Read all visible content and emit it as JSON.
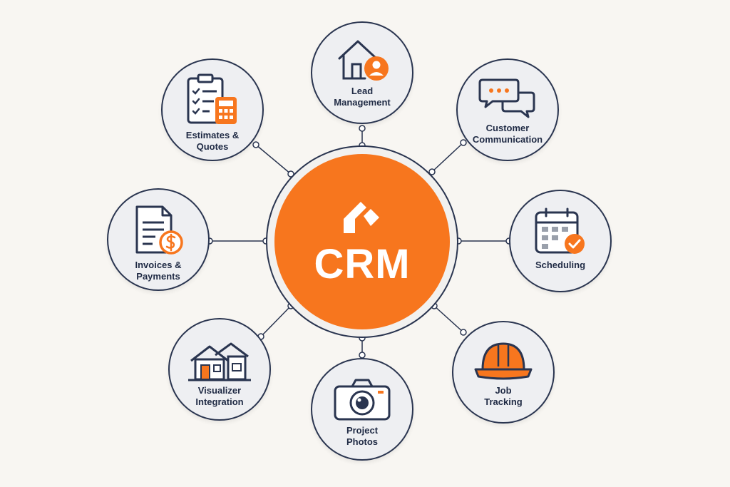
{
  "hub": {
    "title": "CRM",
    "logo_icon": "house-logo-icon"
  },
  "colors": {
    "accent": "#f7761e",
    "outline": "#2a3550",
    "node_fill": "#eeeff2",
    "background": "#f8f6f2"
  },
  "nodes": [
    {
      "id": "lead",
      "label": "Lead\nManagement",
      "icon": "house-user-icon"
    },
    {
      "id": "comm",
      "label": "Customer\nCommunication",
      "icon": "chat-bubbles-icon"
    },
    {
      "id": "sched",
      "label": "Scheduling",
      "icon": "calendar-check-icon"
    },
    {
      "id": "job",
      "label": "Job\nTracking",
      "icon": "hard-hat-icon"
    },
    {
      "id": "photos",
      "label": "Project\nPhotos",
      "icon": "camera-icon"
    },
    {
      "id": "visual",
      "label": "Visualizer\nIntegration",
      "icon": "house-icon"
    },
    {
      "id": "invoice",
      "label": "Invoices &\nPayments",
      "icon": "invoice-dollar-icon"
    },
    {
      "id": "estimate",
      "label": "Estimates &\nQuotes",
      "icon": "clipboard-calculator-icon"
    }
  ]
}
